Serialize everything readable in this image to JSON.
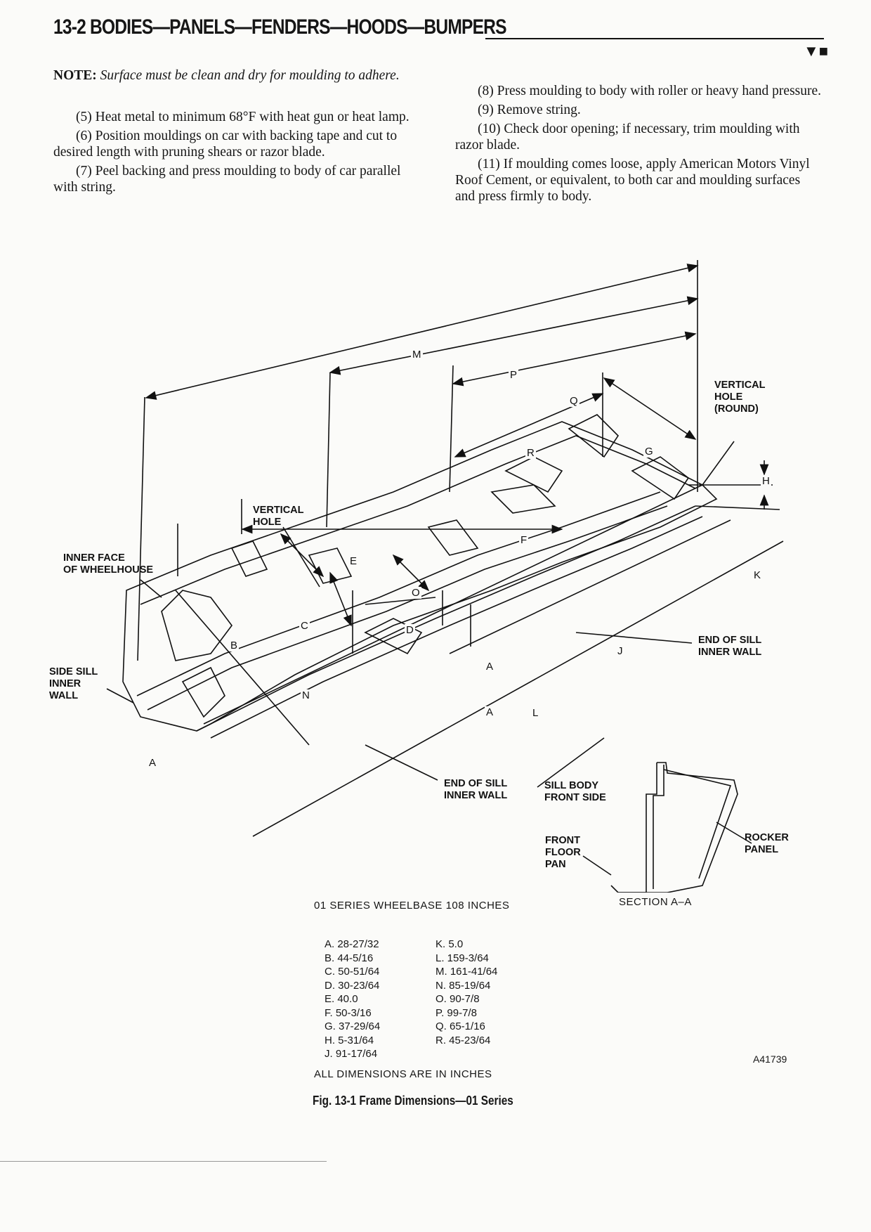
{
  "header": {
    "title": "13-2 BODIES—PANELS—FENDERS—HOODS—BUMPERS",
    "mark": "▼■"
  },
  "left_column": {
    "note_label": "NOTE:",
    "note_text": "Surface must be clean and dry for moulding to adhere.",
    "paragraphs": [
      "(5) Heat metal to minimum 68°F with heat gun or heat lamp.",
      "(6) Position mouldings on car with backing tape and cut to desired length with pruning shears or razor blade.",
      "(7) Peel backing and press moulding to body of car parallel with string."
    ]
  },
  "right_column": {
    "paragraphs": [
      "(8) Press moulding to body with roller or heavy hand pressure.",
      "(9) Remove string.",
      "(10) Check door opening; if necessary, trim moulding with razor blade.",
      "(11) If moulding comes loose, apply American Motors Vinyl Roof Cement, or equivalent, to both car and moulding surfaces and press firmly to body."
    ]
  },
  "figure": {
    "labels": {
      "vertical_hole_round": "VERTICAL\nHOLE\n(ROUND)",
      "vertical_hole": "VERTICAL\nHOLE",
      "inner_face_wheelhouse": "INNER FACE\nOF WHEELHOUSE",
      "side_sill_inner_wall": "SIDE SILL\nINNER\nWALL",
      "end_of_sill_inner_wall_right": "END OF SILL\nINNER WALL",
      "end_of_sill_inner_wall_bottom": "END OF SILL\nINNER WALL",
      "sill_body_front_side": "SILL BODY\nFRONT SIDE",
      "front_floor_pan": "FRONT\nFLOOR\nPAN",
      "rocker_panel": "ROCKER\nPANEL"
    },
    "dimension_letters": {
      "M": "M",
      "P": "P",
      "Q": "Q",
      "R": "R",
      "G": "G",
      "F": "F",
      "E": "E",
      "O": "O",
      "C": "C",
      "D": "D",
      "B": "B",
      "N": "N",
      "A_left": "A",
      "A_upper": "A",
      "A_lower": "A",
      "J": "J",
      "L": "L",
      "H": "H",
      "K": "K"
    },
    "wheelbase": "01 SERIES WHEELBASE 108 INCHES",
    "section": "SECTION A–A"
  },
  "dimensions": {
    "left": [
      "A. 28-27/32",
      "B. 44-5/16",
      "C. 50-51/64",
      "D. 30-23/64",
      "E. 40.0",
      "F. 50-3/16",
      "G. 37-29/64",
      "H. 5-31/64",
      "J. 91-17/64"
    ],
    "right": [
      "K. 5.0",
      "L. 159-3/64",
      "M. 161-41/64",
      "N. 85-19/64",
      "O. 90-7/8",
      "P. 99-7/8",
      "Q. 65-1/16",
      "R. 45-23/64"
    ]
  },
  "illustration_code": "A41739",
  "all_dimensions_note": "ALL DIMENSIONS ARE IN INCHES",
  "caption": "Fig. 13-1 Frame Dimensions—01 Series"
}
